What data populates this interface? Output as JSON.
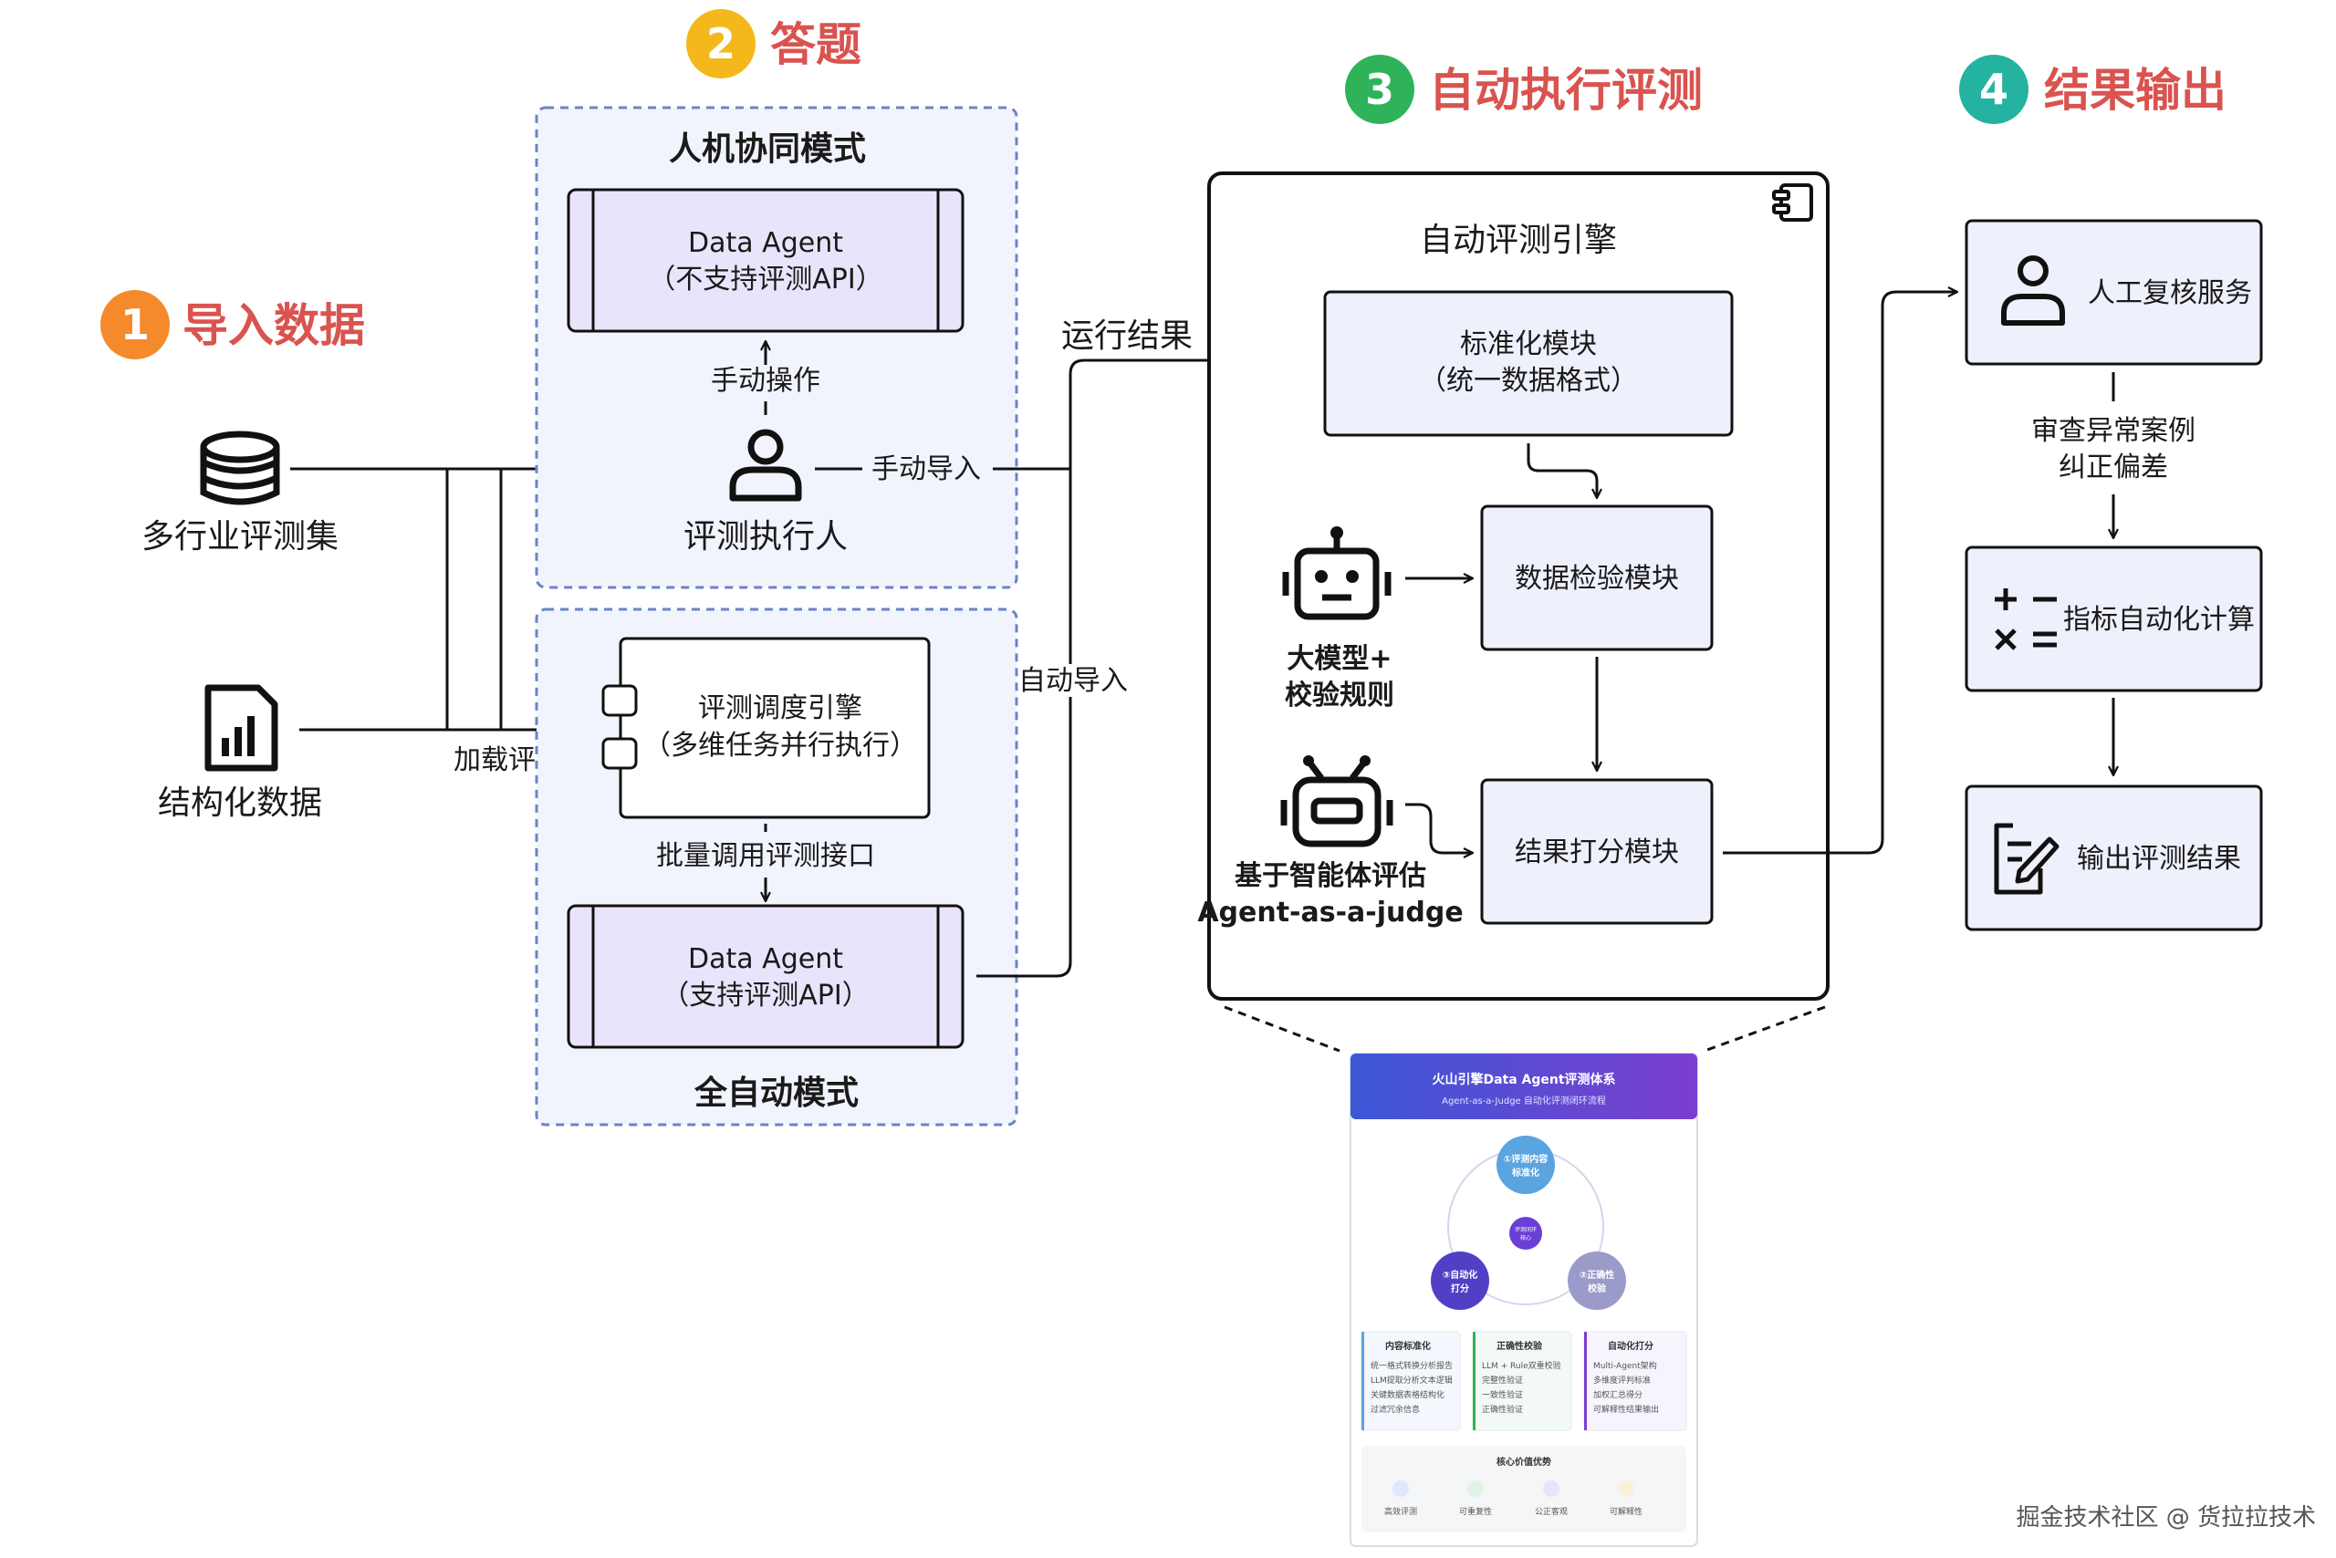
{
  "steps": [
    {
      "num": "1",
      "title": "导入数据",
      "color": "#f58a2c"
    },
    {
      "num": "2",
      "title": "答题",
      "color": "#f5b81c"
    },
    {
      "num": "3",
      "title": "自动执行评测",
      "color": "#2fb35a"
    },
    {
      "num": "4",
      "title": "结果输出",
      "color": "#24b3a0"
    }
  ],
  "colors": {
    "title_red": "#d9534f",
    "box_fill": "#eef0fb",
    "agent_fill": "#e9e4fb",
    "dash": "#6a84c8"
  },
  "import": {
    "dataset_label": "多行业评测集",
    "structured_label": "结构化数据",
    "load_label": "加载评测集"
  },
  "answer": {
    "collab_title": "人机协同模式",
    "agent_top_l1": "Data Agent",
    "agent_top_l2": "（不支持评测API）",
    "manual_op": "手动操作",
    "executor": "评测执行人",
    "manual_import": "手动导入",
    "scheduler_l1": "评测调度引擎",
    "scheduler_l2": "（多维任务并行执行）",
    "batch_call": "批量调用评测接口",
    "agent_bot_l1": "Data Agent",
    "agent_bot_l2": "（支持评测API）",
    "auto_title": "全自动模式"
  },
  "engine": {
    "run_result": "运行结果",
    "auto_import": "自动导入",
    "title": "自动评测引擎",
    "std_l1": "标准化模块",
    "std_l2": "（统一数据格式）",
    "check": "数据检验模块",
    "llm_l1": "大模型+",
    "llm_l2": "校验规则",
    "score": "结果打分模块",
    "judge_l1": "基于智能体评估",
    "judge_l2": "Agent-as-a-judge"
  },
  "output": {
    "review": "人工复核服务",
    "note_l1": "审查异常案例",
    "note_l2": "纠正偏差",
    "calc": "指标自动化计算",
    "out": "输出评测结果"
  },
  "mini": {
    "title": "火山引擎Data Agent评测体系",
    "subtitle": "Agent-as-a-Judge 自动化评测闭环流程",
    "c1_l1": "①评测内容",
    "c1_l2": "标准化",
    "c2_l1": "②正确性",
    "c2_l2": "校验",
    "c3_l1": "③自动化",
    "c3_l2": "打分",
    "center_l1": "评测闭环",
    "center_l2": "核心",
    "col1_title": "内容标准化",
    "col1_items": [
      "统一格式转换分析报告",
      "LLM提取分析文本逻辑",
      "关键数据表格结构化",
      "过滤冗余信息"
    ],
    "col2_title": "正确性校验",
    "col2_items": [
      "LLM + Rule双重校验",
      "完整性验证",
      "一致性验证",
      "正确性验证"
    ],
    "col3_title": "自动化打分",
    "col3_items": [
      "Multi-Agent架构",
      "多维度评判标准",
      "加权汇总得分",
      "可解释性结果输出"
    ],
    "value_title": "核心价值优势",
    "values": [
      "高效评测",
      "可重复性",
      "公正客观",
      "可解释性"
    ]
  },
  "watermark": "掘金技术社区 @ 货拉拉技术"
}
